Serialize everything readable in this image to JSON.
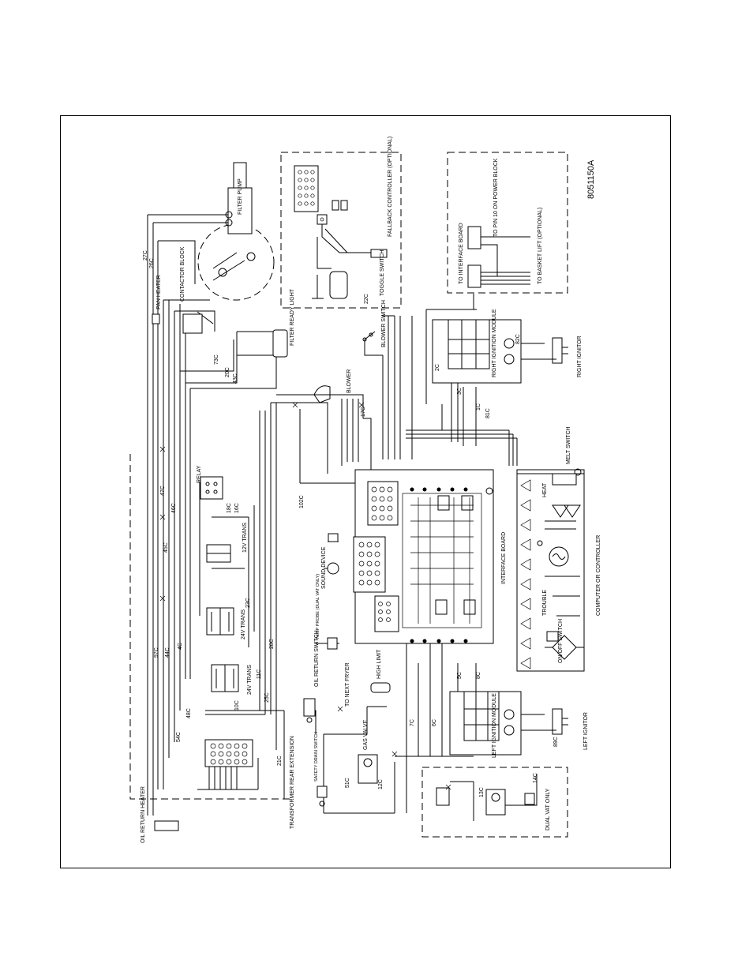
{
  "drawing_number": "8051150A",
  "components": {
    "filter_pump": "FILTER PUMP",
    "contactor_block": "CONTACTOR BLOCK",
    "pan_heater": "PAN HEATER",
    "filter_ready_light": "FILTER READY LIGHT",
    "relay": "RELAY",
    "trans_12v": "12V TRANS",
    "trans_24v_a": "24V TRANS",
    "trans_24v_b": "24V TRANS",
    "blower": "BLOWER",
    "blower_switch": "BLOWER SWITCH",
    "interface_board": "INTERFACE BOARD",
    "computer": "COMPUTER OR CONTROLLER",
    "sound_device": "SOUND DEVICE",
    "temp_probe": "TEMP PROBE (DUAL VAT ONLY)",
    "oil_return_switch": "OIL RETURN SWITCH",
    "high_limit": "HIGH LIMIT",
    "to_next_fryer": "TO NEXT FRYER",
    "gas_valve": "GAS VALVE",
    "safety_drain_switch": "SAFETY DRAIN SWITCH",
    "oil_return_heater": "OIL RETURN HEATER",
    "transformer_rear_ext": "TRANSFORMER REAR EXTENSION",
    "left_ignition": "LEFT IGNITION MODULE",
    "right_ignition": "RIGHT IGNITION MODULE",
    "left_ignitor": "LEFT IGNITOR",
    "right_ignitor": "RIGHT IGNITOR",
    "dual_vat_only": "DUAL VAT ONLY",
    "fallback_controller": "FALLBACK CONTROLLER (OPTIONAL)",
    "toggle_switch": "TOGGLE SWITCH",
    "to_interface_board": "TO INTERFACE BOARD",
    "to_pin_10": "TO PIN 10 ON POWER BLOCK",
    "to_basket_lift": "TO BASKET LIFT (OPTIONAL)",
    "melt_switch": "MELT SWITCH",
    "on_off_switch": "ON/OFF SWITCH",
    "trouble": "TROUBLE",
    "heat": "HEAT"
  },
  "wire_labels": [
    "27C",
    "26C",
    "47C",
    "45C",
    "46C",
    "97C",
    "44C",
    "4C",
    "48C",
    "54C",
    "10C",
    "11C",
    "25C",
    "28C",
    "21C",
    "23C",
    "22C",
    "17C",
    "7C",
    "6C",
    "5C",
    "1C",
    "2C",
    "3C",
    "8C",
    "73C",
    "20C",
    "43C",
    "18C",
    "16C",
    "102C",
    "12C",
    "13C",
    "14C",
    "51C",
    "82C",
    "89C",
    "81C"
  ],
  "colors": {
    "line": "#000000",
    "background": "#ffffff"
  }
}
